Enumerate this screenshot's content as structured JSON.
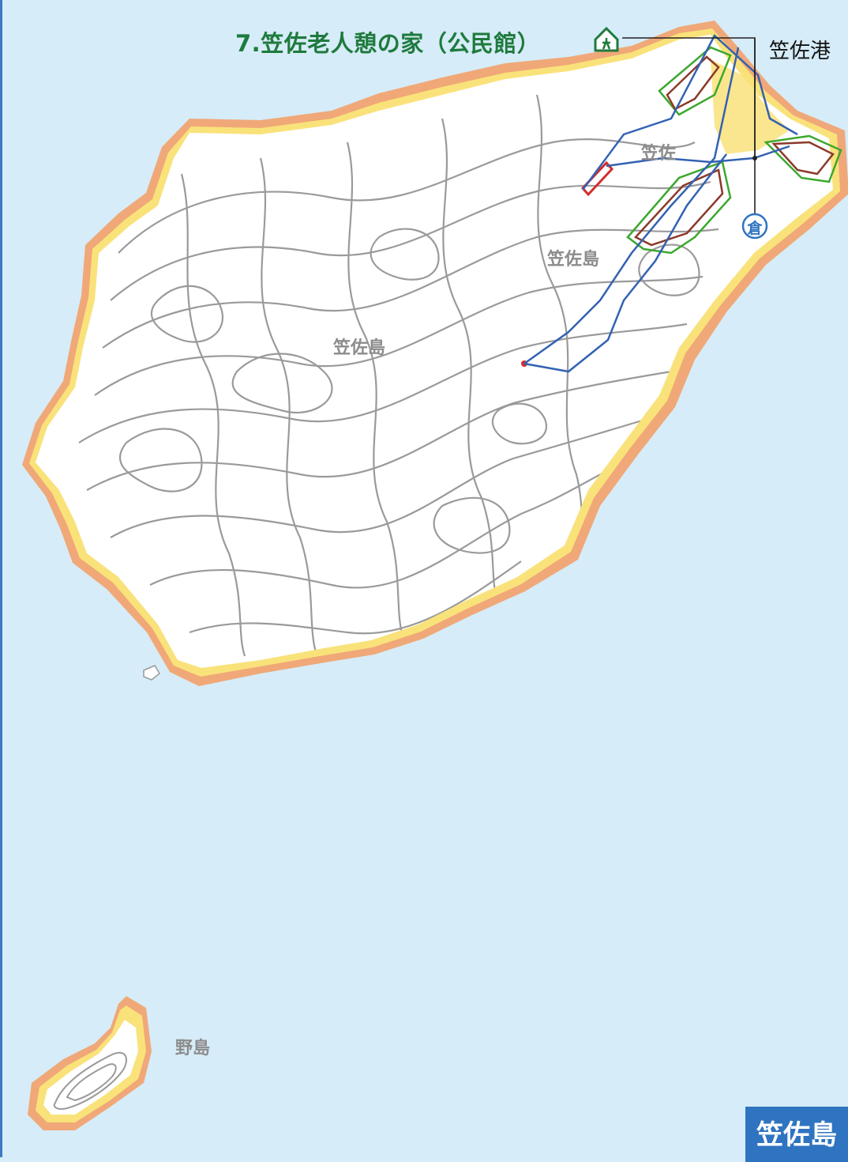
{
  "labels": {
    "shelter": "7.笠佐老人憩の家（公民館）",
    "port": "笠佐港",
    "island_main": "笠佐島",
    "island_center": "笠佐島",
    "settlement": "笠佐",
    "island_small": "野島",
    "warehouse_symbol": "倉",
    "map_title": "笠佐島"
  },
  "colors": {
    "sea": "#d6ecf8",
    "land": "#ffffff",
    "coast_orange": "#f0a878",
    "coast_yellow": "#f9e27a",
    "contour": "#9a9a9a",
    "route_blue": "#3362b2",
    "hazard_green": "#3ca82e",
    "hazard_brown": "#8b3a2a",
    "frame_blue": "#2f74c0",
    "shelter_green": "#1f7a3d"
  },
  "icons": {
    "shelter": "evacuation-shelter-icon",
    "warehouse": "warehouse-circle-icon"
  }
}
